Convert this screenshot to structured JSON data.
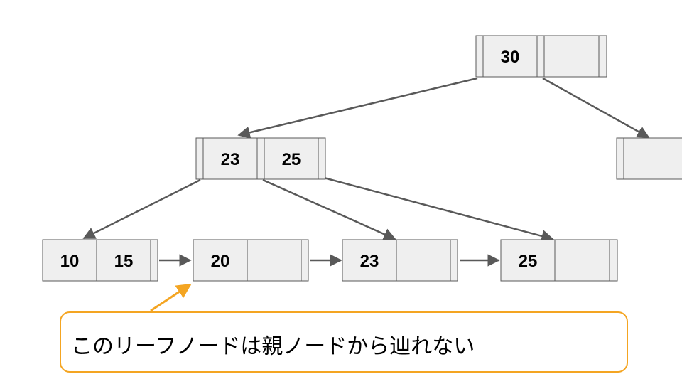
{
  "colors": {
    "node_fill": "#efefef",
    "node_stroke": "#595959",
    "edge": "#595959",
    "callout": "#f4a522"
  },
  "nodes": {
    "root": {
      "keys": [
        "30",
        ""
      ]
    },
    "right_internal": {
      "keys": [
        ""
      ]
    },
    "internal": {
      "keys": [
        "23",
        "25"
      ]
    },
    "leaf_1": {
      "keys": [
        "10",
        "15"
      ]
    },
    "leaf_2": {
      "keys": [
        "20",
        ""
      ]
    },
    "leaf_3": {
      "keys": [
        "23",
        ""
      ]
    },
    "leaf_4": {
      "keys": [
        "25",
        ""
      ]
    }
  },
  "callout": {
    "text": "このリーフノードは親ノードから辿れない"
  }
}
